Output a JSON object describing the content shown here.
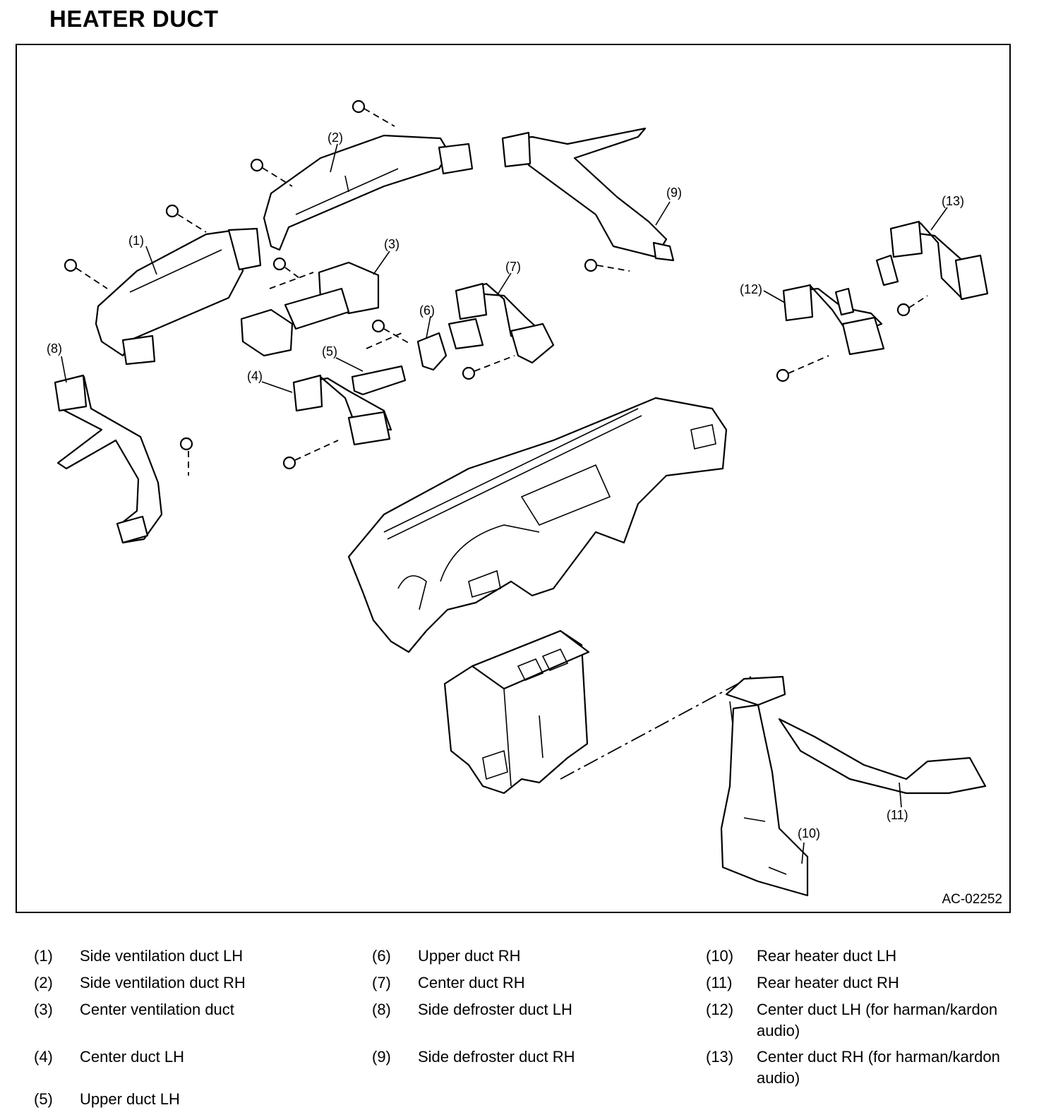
{
  "title": "HEATER DUCT",
  "figure_id": "AC-02252",
  "callouts": [
    "(1)",
    "(2)",
    "(3)",
    "(4)",
    "(5)",
    "(6)",
    "(7)",
    "(8)",
    "(9)",
    "(10)",
    "(11)",
    "(12)",
    "(13)"
  ],
  "legend": [
    {
      "num": "(1)",
      "label": "Side ventilation duct LH"
    },
    {
      "num": "(2)",
      "label": "Side ventilation duct RH"
    },
    {
      "num": "(3)",
      "label": "Center ventilation duct"
    },
    {
      "num": "(4)",
      "label": "Center duct LH"
    },
    {
      "num": "(5)",
      "label": "Upper duct LH"
    },
    {
      "num": "(6)",
      "label": "Upper duct RH"
    },
    {
      "num": "(7)",
      "label": "Center duct RH"
    },
    {
      "num": "(8)",
      "label": "Side defroster duct LH"
    },
    {
      "num": "(9)",
      "label": "Side defroster duct RH"
    },
    {
      "num": "(10)",
      "label": "Rear heater duct LH"
    },
    {
      "num": "(11)",
      "label": "Rear heater duct RH"
    },
    {
      "num": "(12)",
      "label": "Center duct LH (for harman/kardon audio)"
    },
    {
      "num": "(13)",
      "label": "Center duct RH (for harman/kardon audio)"
    }
  ]
}
